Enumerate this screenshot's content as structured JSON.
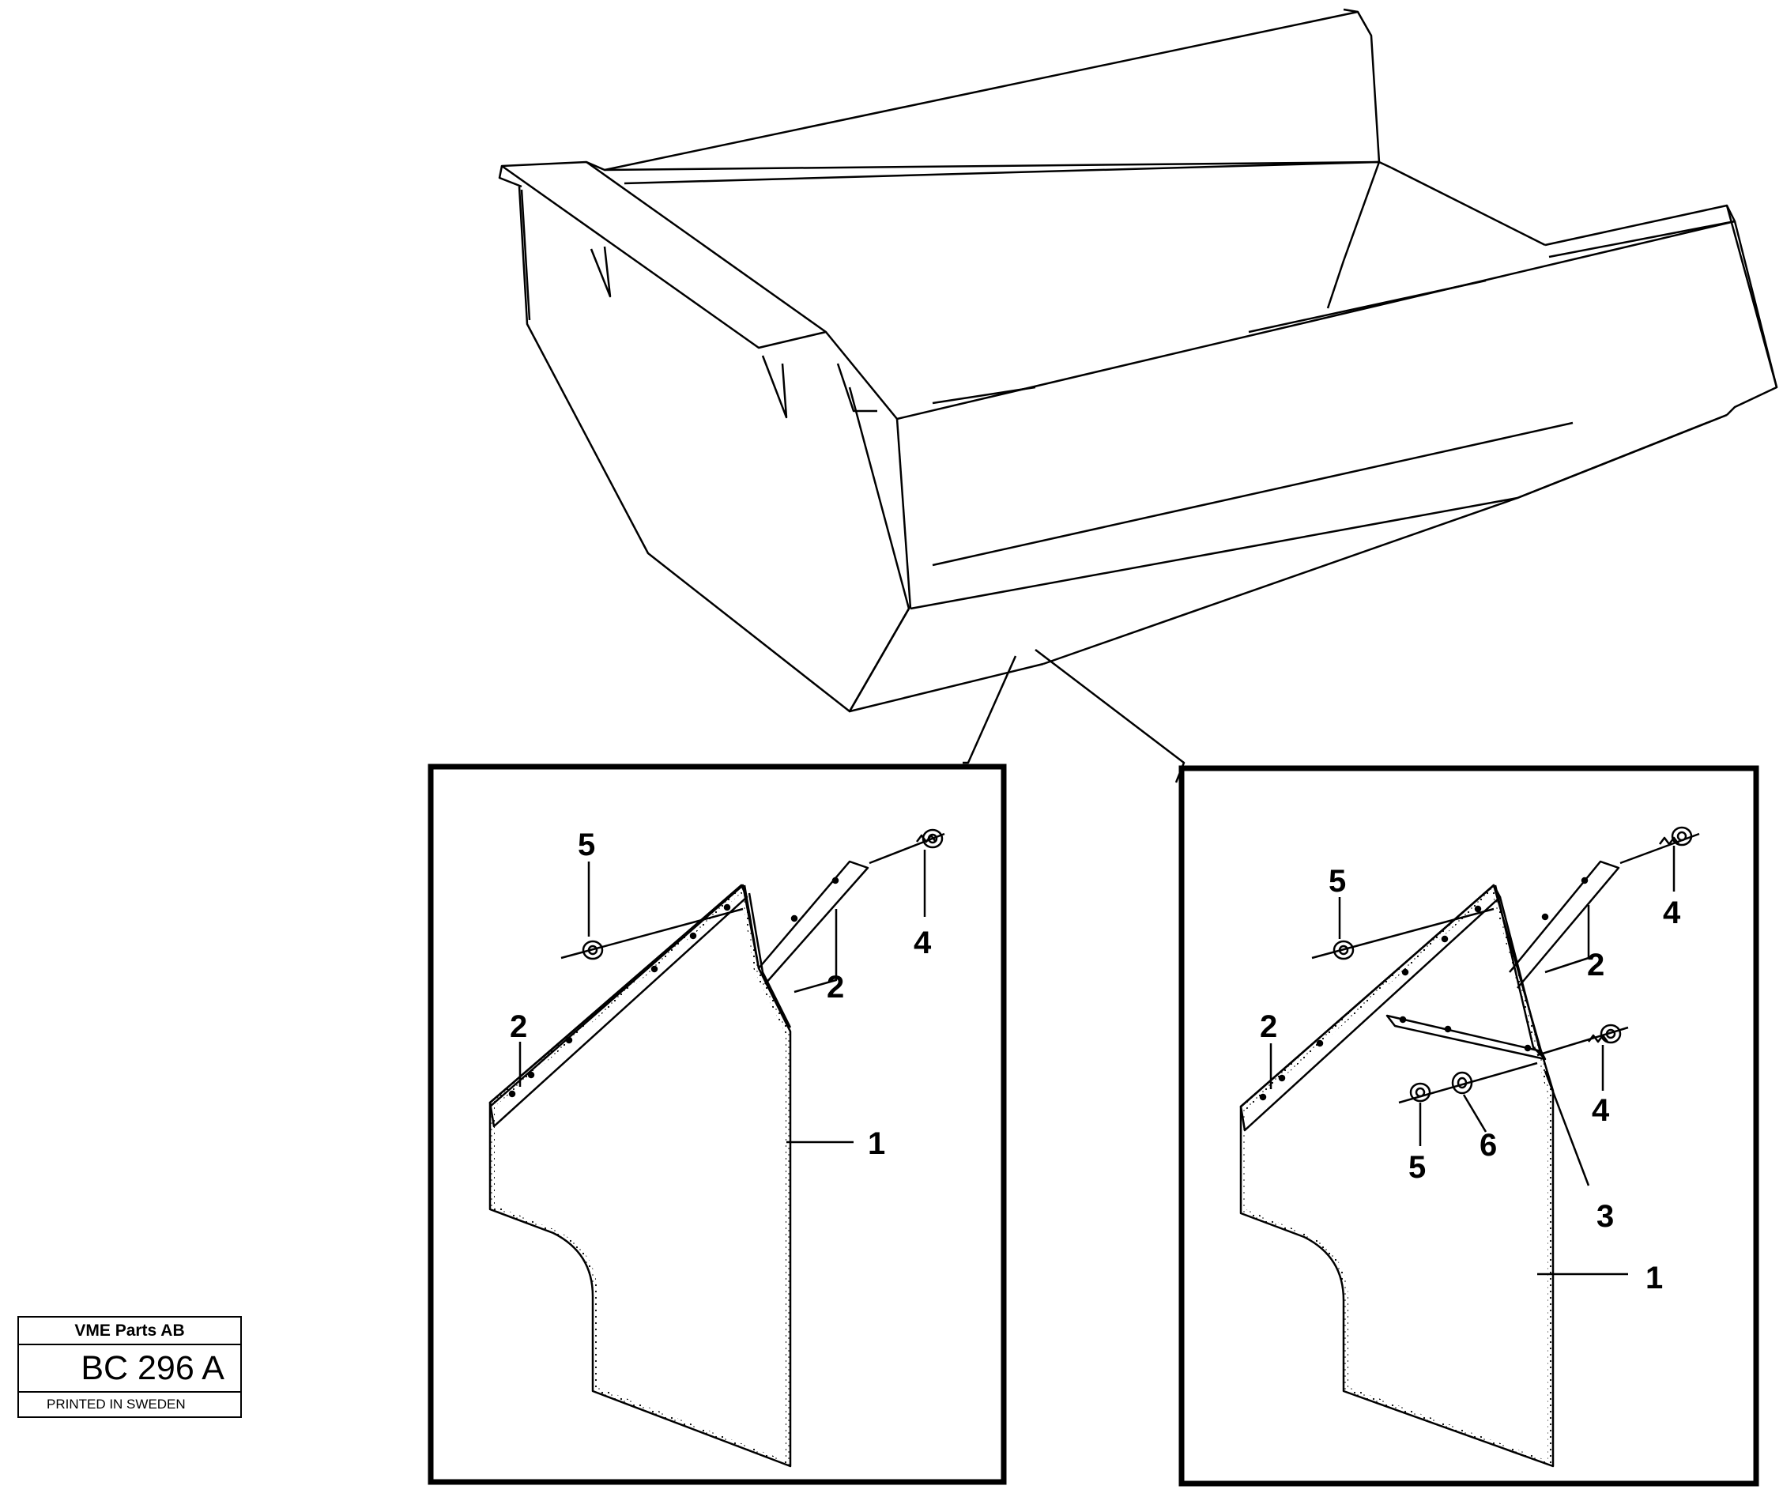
{
  "title_block": {
    "company": "VME Parts AB",
    "code": "BC 296 A",
    "printed": "PRINTED IN SWEDEN"
  },
  "detail_left": {
    "callouts": [
      "5",
      "4",
      "2",
      "2",
      "1"
    ]
  },
  "detail_right": {
    "callouts": [
      "5",
      "4",
      "2",
      "2",
      "4",
      "5",
      "6",
      "3",
      "1"
    ]
  }
}
